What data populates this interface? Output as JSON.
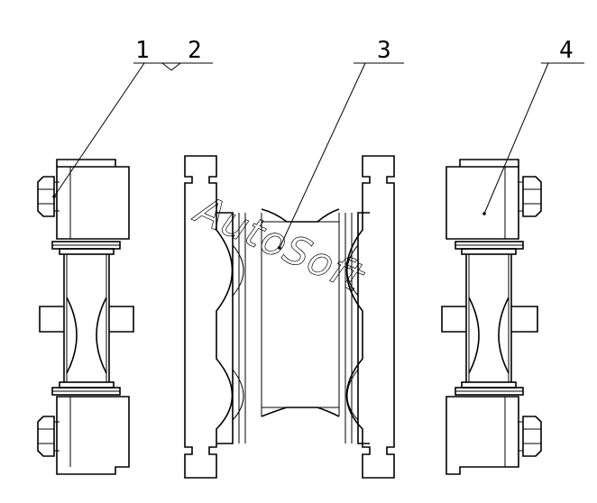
{
  "callouts": {
    "c1": "1",
    "c2": "2",
    "c3": "3",
    "c4": "4"
  },
  "watermark": {
    "text": "AutoSoft"
  },
  "colors": {
    "line": "#000000",
    "background": "#ffffff"
  }
}
